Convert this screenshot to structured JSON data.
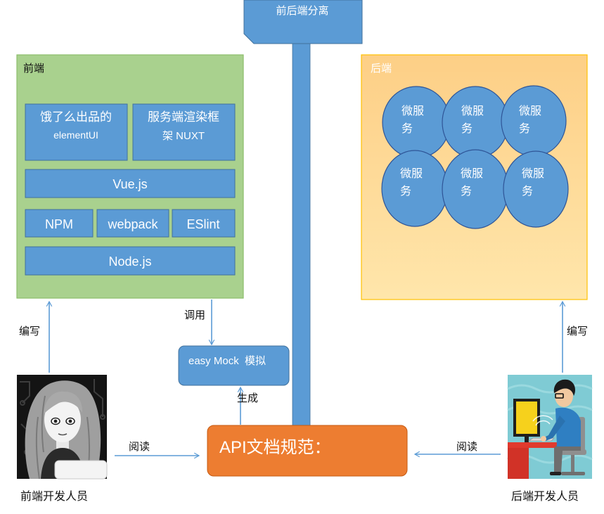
{
  "banner": {
    "title": "前后端分离"
  },
  "frontend": {
    "label": "前端",
    "elementui": [
      "饿了么出品的",
      "elementUI"
    ],
    "nuxt": [
      "服务端渲染框",
      "架 NUXT"
    ],
    "vue": "Vue.js",
    "npm": "NPM",
    "webpack": "webpack",
    "eslint": "ESlint",
    "node": "Node.js"
  },
  "backend": {
    "label": "后端",
    "microservices": [
      [
        "微服",
        "务"
      ],
      [
        "微服",
        "务"
      ],
      [
        "微服",
        "务"
      ],
      [
        "微服",
        "务"
      ],
      [
        "微服",
        "务"
      ],
      [
        "微服",
        "务"
      ]
    ]
  },
  "mock": {
    "label": "easy Mock  模拟"
  },
  "api_doc": {
    "label": "API文档规范："
  },
  "edges": {
    "frontend_write": "编写",
    "backend_write": "编写",
    "call": "调用",
    "generate": "生成",
    "frontend_read": "阅读",
    "backend_read": "阅读"
  },
  "people": {
    "frontend_dev": "前端开发人员",
    "backend_dev": "后端开发人员"
  },
  "colors": {
    "box_blue": "#5b9bd5",
    "frontend_green": "#a9d18e",
    "backend_orange": "#ffd591",
    "api_orange": "#ed7d31",
    "arrow_blue": "#5b9bd5"
  }
}
